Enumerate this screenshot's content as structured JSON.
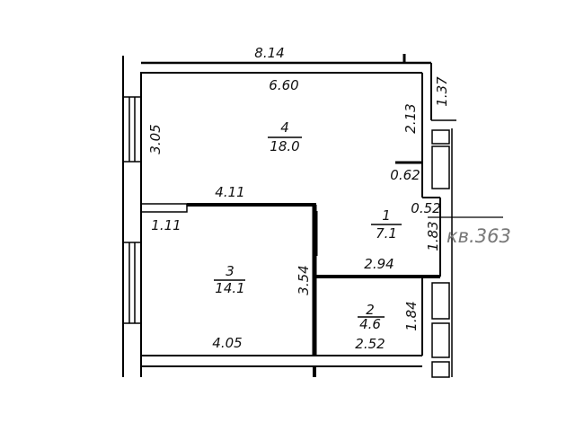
{
  "plan": {
    "overall_width": "8.14",
    "apartment_label": "кв.363",
    "rooms": [
      {
        "number": "1",
        "area": "7.1"
      },
      {
        "number": "2",
        "area": "4.6"
      },
      {
        "number": "3",
        "area": "14.1"
      },
      {
        "number": "4",
        "area": "18.0"
      }
    ],
    "dimensions": {
      "room4_width": "6.60",
      "room4_height": "3.05",
      "room4_right_wall": "2.13",
      "niche": "0.62",
      "room3_top": "4.11",
      "room3_top_short": "1.11",
      "room3_height": "3.54",
      "room3_bottom": "4.05",
      "room1_bottom": "2.94",
      "room1_step": "0.52",
      "room1_height": "1.83",
      "room2_height": "1.84",
      "room2_width": "2.52",
      "balcony_height": "1.37"
    }
  }
}
